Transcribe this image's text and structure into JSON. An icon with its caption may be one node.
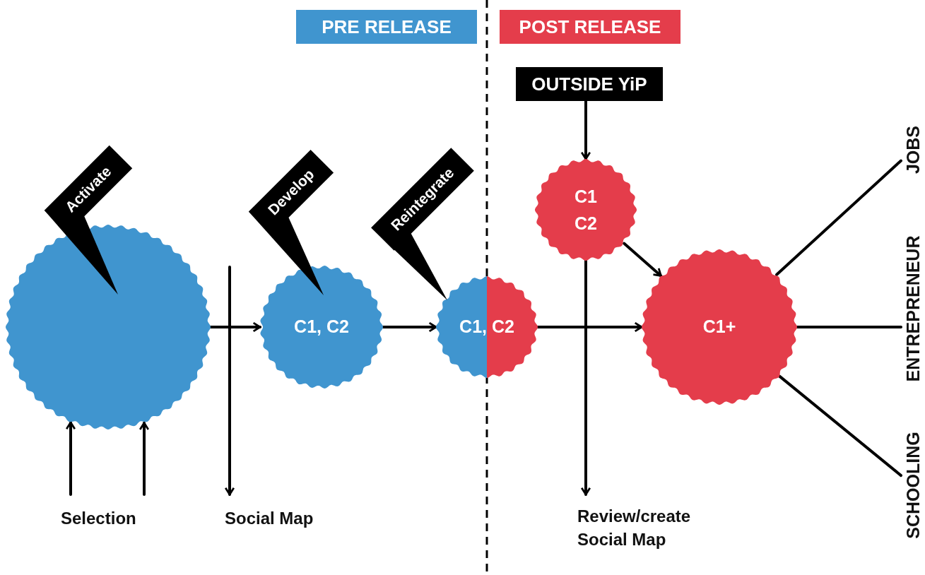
{
  "diagram": {
    "nodes": [
      {
        "text": [
          "PRE RELEASE"
        ]
      },
      {
        "text": [
          "POST RELEASE"
        ]
      },
      {
        "text": [
          "OUTSIDE YiP"
        ]
      },
      {
        "text": [],
        "shape": "circle"
      },
      {
        "text": [
          "C1, C2"
        ]
      },
      {
        "text": [
          "C1, C2"
        ]
      },
      {
        "text": [
          "C1 C2"
        ]
      },
      {
        "text": [
          "C1+"
        ]
      },
      {
        "text": [
          "Activate"
        ]
      },
      {
        "text": [
          "Develop"
        ]
      },
      {
        "text": [
          "Reintegrate"
        ]
      },
      {
        "text": [
          "Selection"
        ]
      },
      {
        "text": [
          "Social Map"
        ]
      },
      {
        "text": [
          "Review/create Social Map"
        ]
      },
      {
        "text": [
          "JOBS"
        ]
      },
      {
        "text": [
          "ENTREPRENEUR"
        ]
      },
      {
        "text": [
          "SCHOOLING"
        ]
      }
    ],
    "edges": [
      {
        "from": 3,
        "to": 4,
        "arrow": "to"
      },
      {
        "from": 4,
        "to": 5,
        "arrow": "to"
      },
      {
        "from": 5,
        "to": 7,
        "arrow": "to"
      },
      {
        "from": 2,
        "to": 6,
        "arrow": "to"
      },
      {
        "from": 6,
        "to": 7,
        "arrow": "to"
      },
      {
        "from": 11,
        "to": 3,
        "arrow": "to"
      },
      {
        "from": 11,
        "to": 3,
        "arrow": "to"
      },
      {
        "from": null,
        "to": 12,
        "arrow": "to"
      },
      {
        "from": 6,
        "to": 13,
        "arrow": "to"
      },
      {
        "from": 7,
        "to": 14,
        "arrow": "none"
      },
      {
        "from": 7,
        "to": 15,
        "arrow": "none"
      },
      {
        "from": 7,
        "to": 16,
        "arrow": "none"
      },
      {
        "from": 8,
        "to": 3,
        "arrow": "none"
      },
      {
        "from": 9,
        "to": 4,
        "arrow": "none"
      },
      {
        "from": 10,
        "to": 5,
        "arrow": "none"
      }
    ]
  }
}
